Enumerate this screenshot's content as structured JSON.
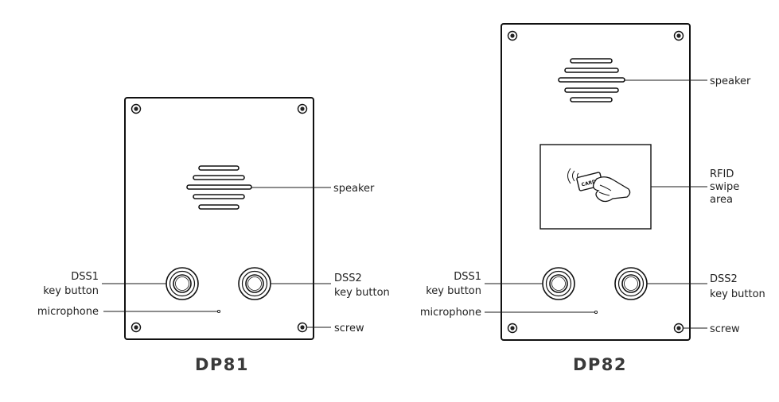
{
  "dp81": {
    "model": "DP81",
    "speaker": "speaker",
    "dss1_line1": "DSS1",
    "dss1_line2": "key button",
    "dss2_line1": "DSS2",
    "dss2_line2": "key button",
    "microphone": "microphone",
    "screw": "screw"
  },
  "dp82": {
    "model": "DP82",
    "speaker": "speaker",
    "rfid_line1": "RFID",
    "rfid_line2": "swipe",
    "rfid_line3": "area",
    "card_text": "CARD",
    "dss1_line1": "DSS1",
    "dss1_line2": "key button",
    "dss2_line1": "DSS2",
    "dss2_line2": "key button",
    "microphone": "microphone",
    "screw": "screw"
  }
}
